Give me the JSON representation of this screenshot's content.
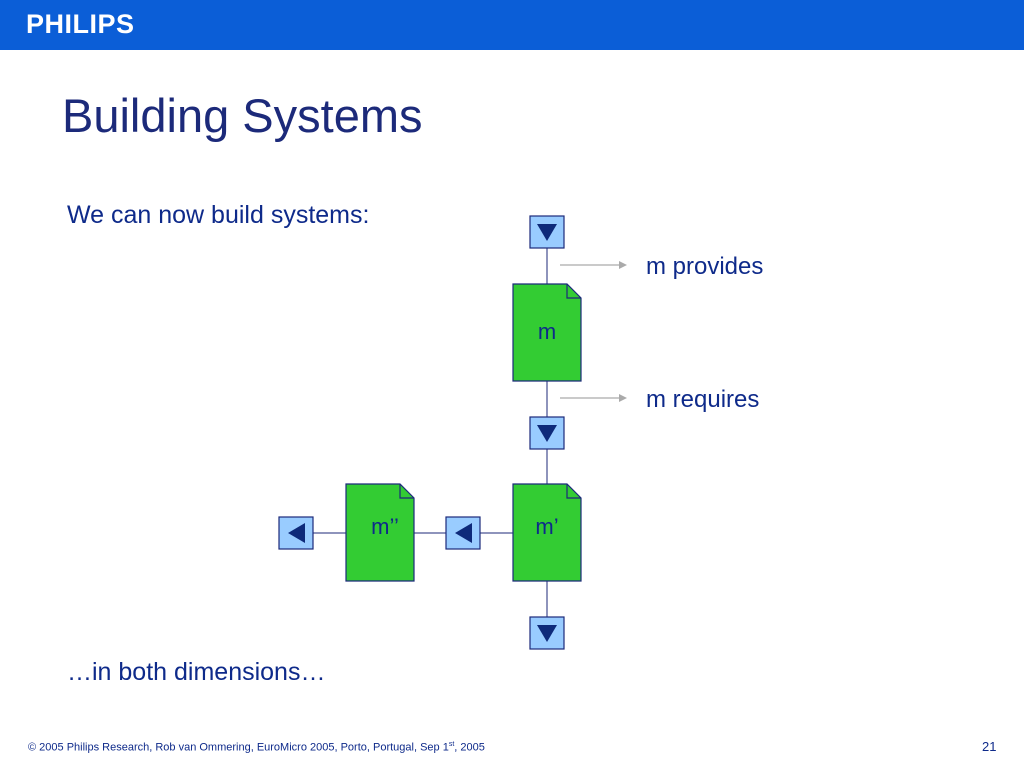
{
  "header": {
    "logo": "PHILIPS"
  },
  "slide": {
    "title": "Building Systems",
    "intro": "We can now build systems:",
    "closing": "…in both dimensions…"
  },
  "diagram": {
    "modules": {
      "m": "m",
      "m_prime": "m’",
      "m_double_prime": "m’’"
    },
    "labels": {
      "provides": "m provides",
      "requires": "m requires"
    }
  },
  "footer": {
    "copyright_pre": "© 2005 Philips Research,  Rob van Ommering, EuroMicro 2005, Porto, Portugal, Sep 1",
    "copyright_sup": "st",
    "copyright_post": ", 2005",
    "page_number": "21"
  },
  "colors": {
    "header": "#0b5ed7",
    "module_fill": "#33cc33",
    "interface_fill": "#99ccff",
    "text": "#0e2a8a"
  }
}
